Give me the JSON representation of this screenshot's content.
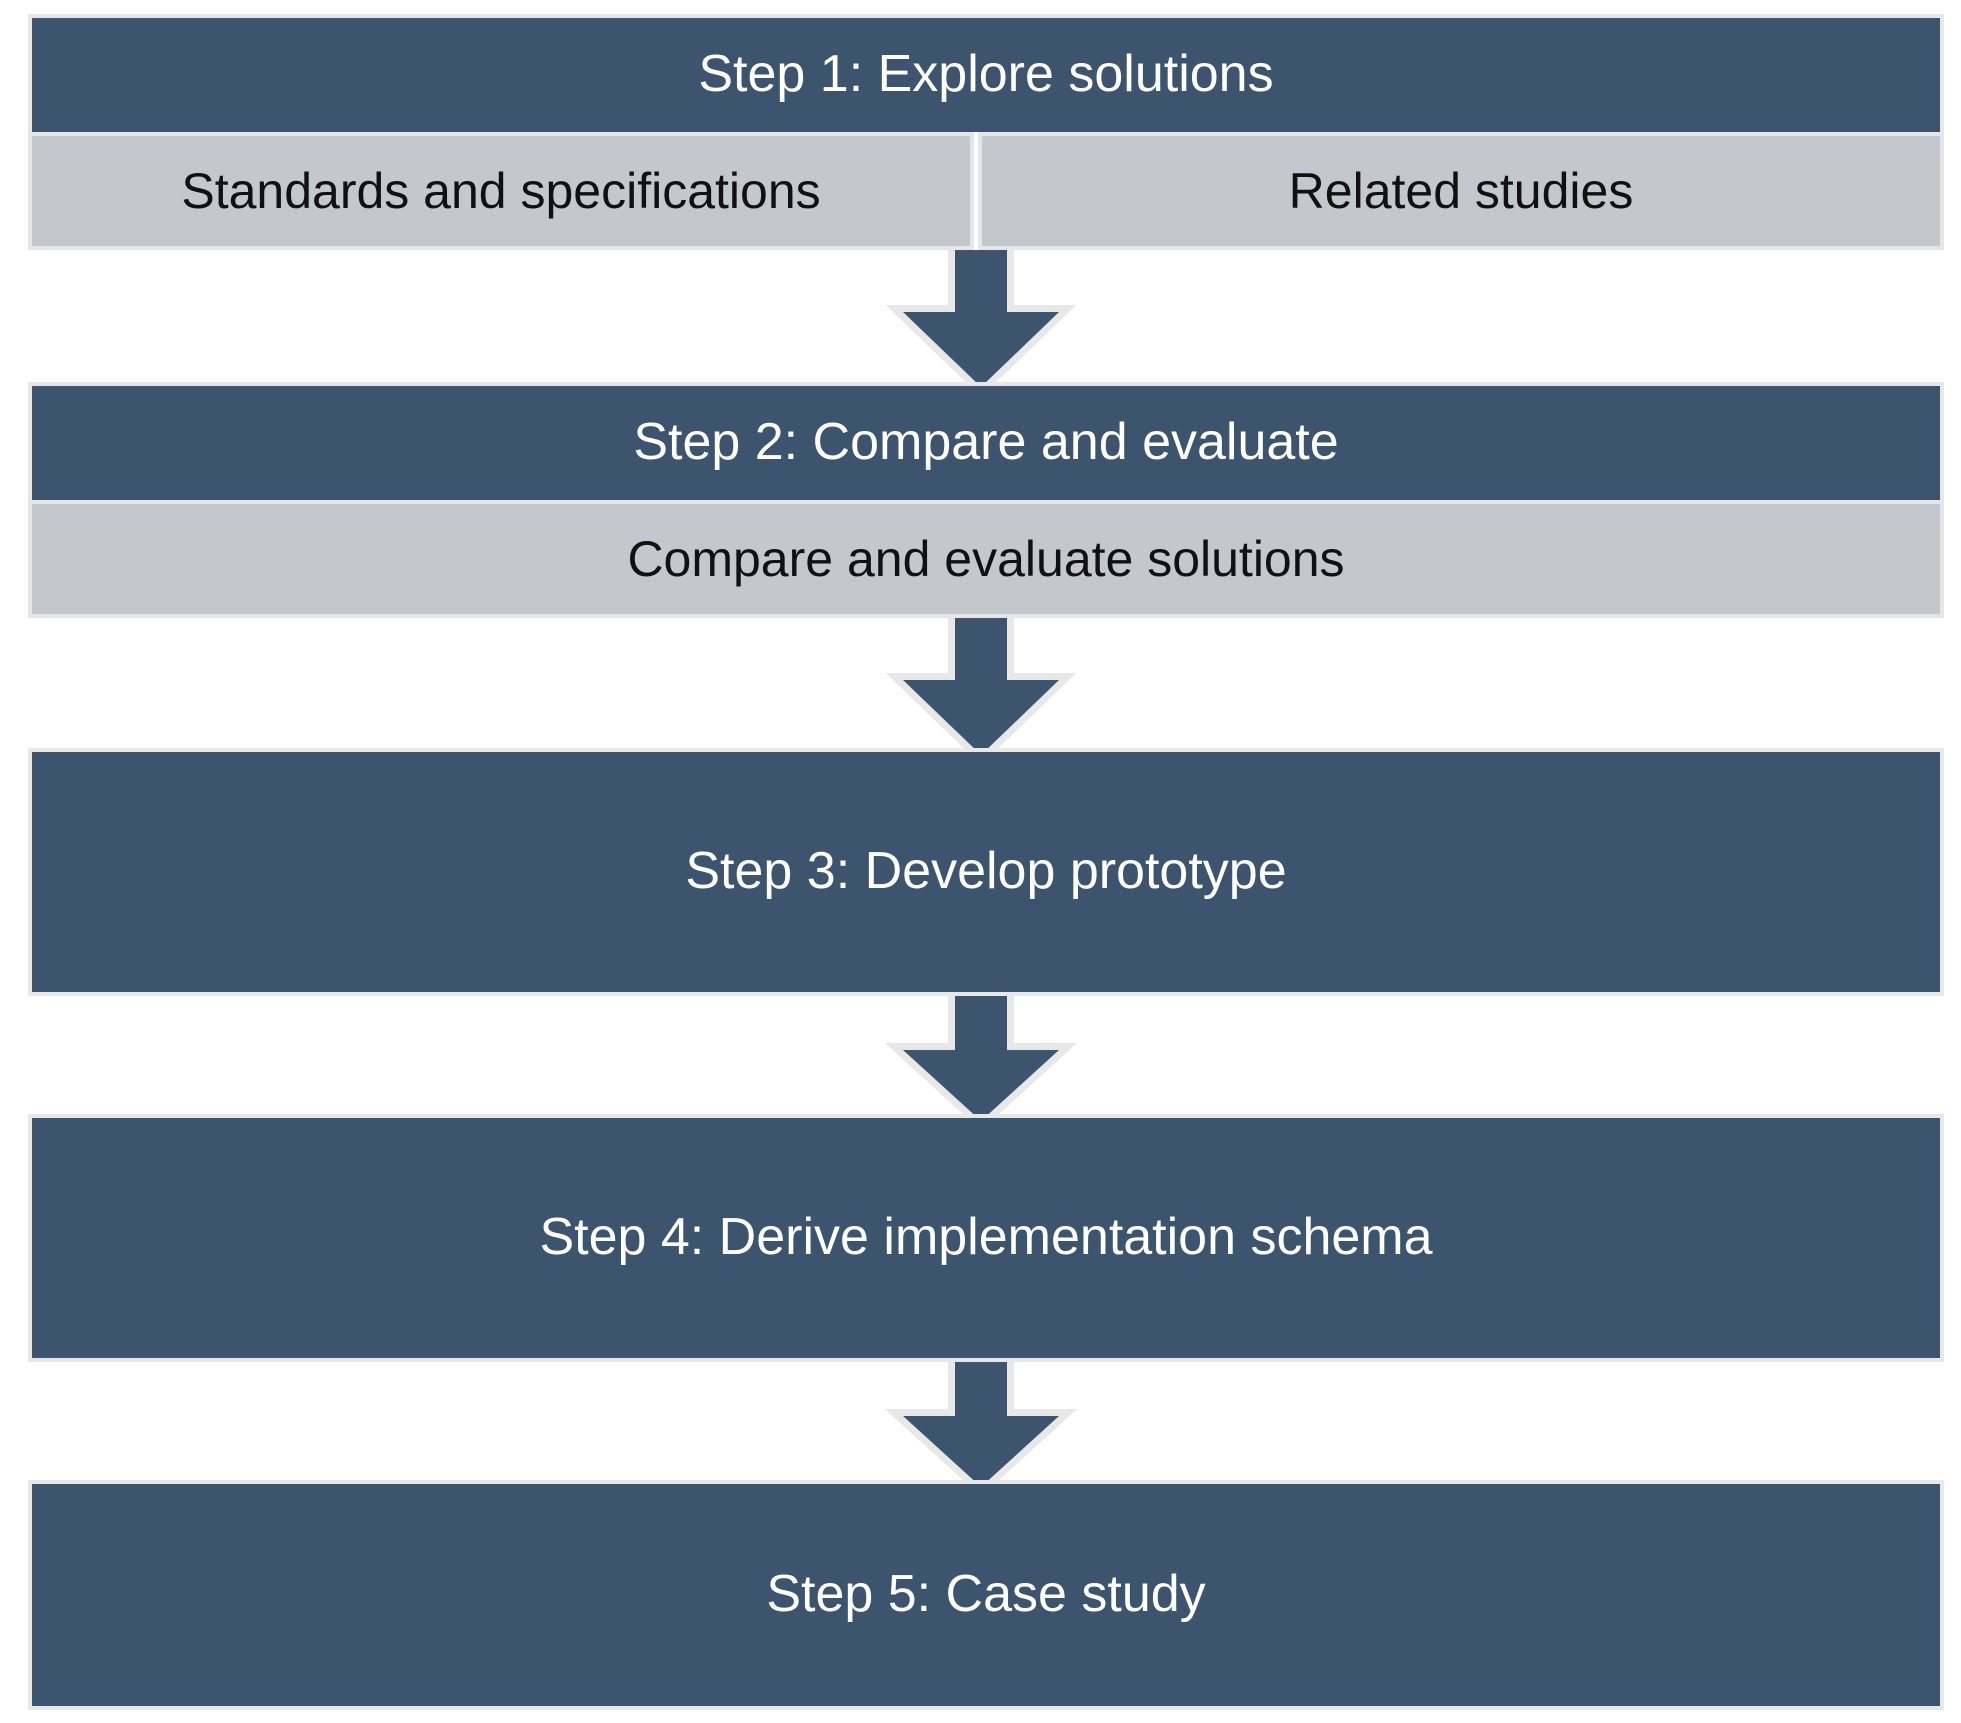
{
  "diagram": {
    "title": "Research methodology five-step flowchart",
    "colors": {
      "primary_dark_blue": "#3d546e",
      "secondary_gray": "#c4c8cd",
      "outline_light": "#e8e8e8",
      "text_on_dark": "#ffffff",
      "text_on_light": "#111111",
      "background": "#ffffff"
    },
    "steps": [
      {
        "id": "step-1",
        "header": "Step 1: Explore solutions",
        "sub_items": [
          "Standards and specifications",
          "Related studies"
        ]
      },
      {
        "id": "step-2",
        "header": "Step 2: Compare and evaluate",
        "sub_items": [
          "Compare and evaluate solutions"
        ]
      },
      {
        "id": "step-3",
        "header": "Step 3: Develop prototype",
        "sub_items": []
      },
      {
        "id": "step-4",
        "header": "Step 4: Derive implementation schema",
        "sub_items": []
      },
      {
        "id": "step-5",
        "header": "Step 5: Case study",
        "sub_items": []
      }
    ],
    "connectors": [
      {
        "id": "arrow-1-to-2",
        "direction": "down"
      },
      {
        "id": "arrow-2-to-3",
        "direction": "down"
      },
      {
        "id": "arrow-3-to-4",
        "direction": "down"
      },
      {
        "id": "arrow-4-to-5",
        "direction": "down"
      }
    ]
  }
}
